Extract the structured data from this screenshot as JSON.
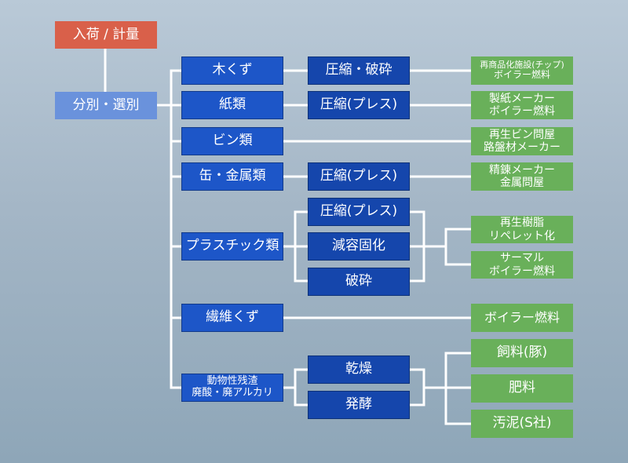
{
  "source": {
    "start": "入荷 / 計量",
    "sort": "分別・選別"
  },
  "categories": {
    "wood": "木くず",
    "paper": "紙類",
    "bottles": "ビン類",
    "cans": "缶・金属類",
    "plastic": "プラスチック類",
    "fiber": "繊維くず",
    "organic_1": "動物性残渣",
    "organic_2": "廃酸・廃アルカリ"
  },
  "processes": {
    "wood": "圧縮・破砕",
    "paper": "圧縮(プレス)",
    "cans": "圧縮(プレス)",
    "plastic_press": "圧縮(プレス)",
    "plastic_reduce": "減容固化",
    "plastic_crush": "破砕",
    "dry": "乾燥",
    "ferment": "発酵"
  },
  "destinations": {
    "wood_1": "再商品化施設(チップ)",
    "wood_2": "ボイラー燃料",
    "paper_1": "製紙メーカー",
    "paper_2": "ボイラー燃料",
    "bottles_1": "再生ビン問屋",
    "bottles_2": "路盤材メーカー",
    "cans_1": "精錬メーカー",
    "cans_2": "金属問屋",
    "plastic_a1": "再生樹脂",
    "plastic_a2": "リペレット化",
    "plastic_b1": "サーマル",
    "plastic_b2": "ボイラー燃料",
    "fiber": "ボイラー燃料",
    "feed": "飼料(豚)",
    "fertilizer": "肥料",
    "sludge": "汚泥(S社)"
  },
  "colors": {
    "start": "#d9604a",
    "sort": "#6a92dc",
    "category": "#1d56c8",
    "process": "#1546ac",
    "destination": "#69b05a",
    "connector": "#ffffff"
  }
}
